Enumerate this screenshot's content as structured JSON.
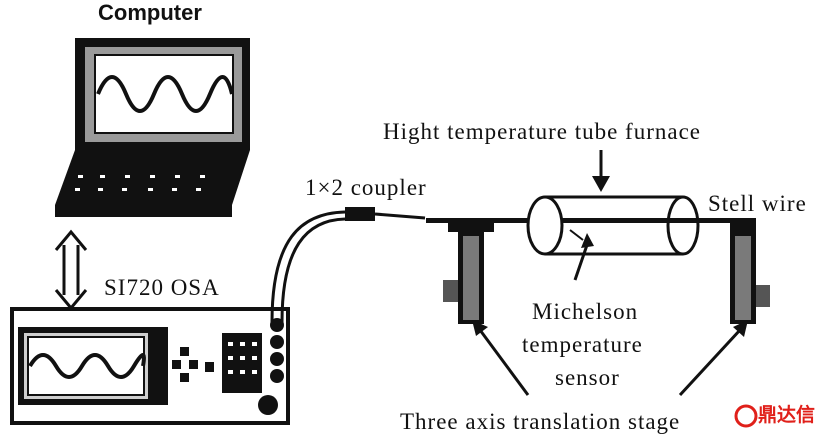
{
  "labels": {
    "computer": "Computer",
    "furnace": "Hight temperature tube furnace",
    "coupler": "1×2 coupler",
    "wire": "Stell wire",
    "osa": "SI720 OSA",
    "sensor_line1": "Michelson",
    "sensor_line2": "temperature",
    "sensor_line3": "sensor",
    "stage": "Three axis translation stage"
  },
  "watermark": {
    "text": "鼎达信",
    "color": "#e0201a"
  },
  "colors": {
    "ink": "#111111",
    "screen_gray": "#9a9a9a",
    "housing_gray": "#555555",
    "background": "#ffffff"
  }
}
